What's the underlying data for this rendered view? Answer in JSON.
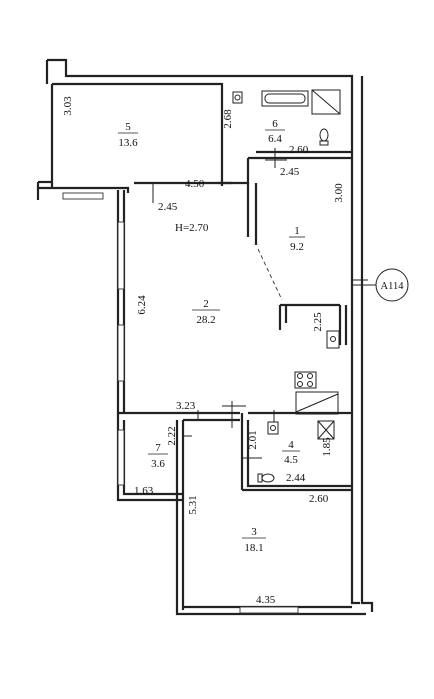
{
  "plan": {
    "ceiling_height": "H=2.70",
    "unit_marker": "A114",
    "rooms": [
      {
        "id": "room-1",
        "number": "1",
        "area": "9.2"
      },
      {
        "id": "room-2",
        "number": "2",
        "area": "28.2"
      },
      {
        "id": "room-3",
        "number": "3",
        "area": "18.1"
      },
      {
        "id": "room-4",
        "number": "4",
        "area": "4.5"
      },
      {
        "id": "room-5",
        "number": "5",
        "area": "13.6"
      },
      {
        "id": "room-6",
        "number": "6",
        "area": "6.4"
      },
      {
        "id": "room-7",
        "number": "7",
        "area": "3.6"
      }
    ],
    "dimensions": {
      "d_3_03": "3.03",
      "d_2_68": "2.68",
      "d_2_60_top": "2.60",
      "d_2_45_a": "2.45",
      "d_3_00": "3.00",
      "d_4_50": "4.50",
      "d_2_45_b": "2.45",
      "d_6_24": "6.24",
      "d_2_25": "2.25",
      "d_3_23": "3.23",
      "d_2_22": "2.22",
      "d_2_01": "2.01",
      "d_1_85": "1.85",
      "d_2_44": "2.44",
      "d_1_63": "1.63",
      "d_2_60_bottom": "2.60",
      "d_5_31": "5.31",
      "d_4_35": "4.35"
    }
  }
}
